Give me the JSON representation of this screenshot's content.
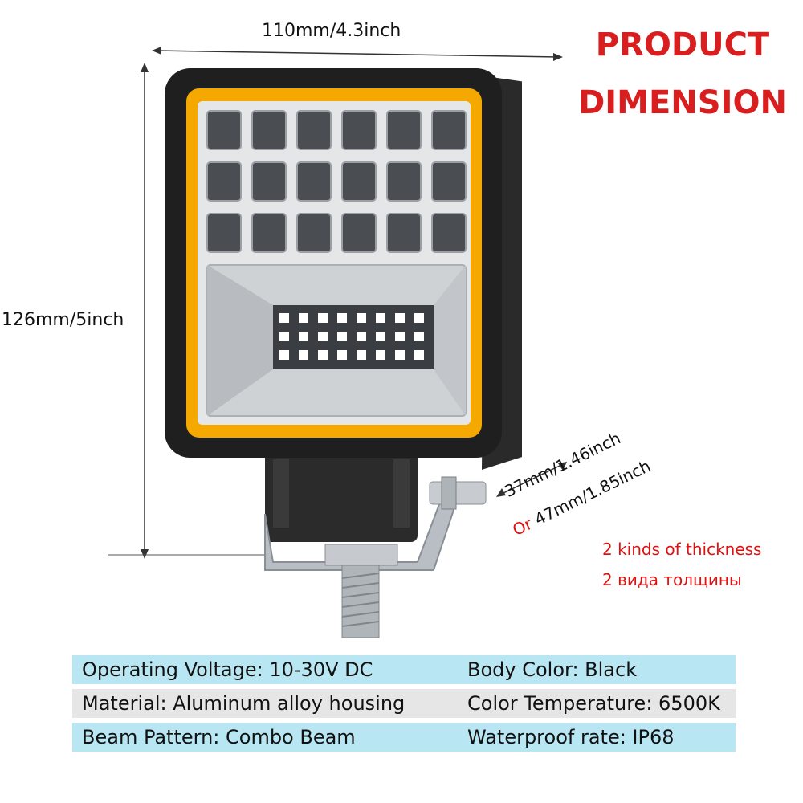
{
  "title": {
    "line1": "PRODUCT",
    "line2": "DIMENSION"
  },
  "dimensions": {
    "width": "110mm/4.3inch",
    "height": "126mm/5inch",
    "thickness_a": "37mm/1.46inch",
    "thickness_b_prefix": "Or",
    "thickness_b": "47mm/1.85inch"
  },
  "notes": {
    "english": "2 kinds of thickness",
    "russian": "2 вида толщины"
  },
  "specs": [
    {
      "left": "Operating Voltage: 10-30V DC",
      "right": "Body Color: Black",
      "bg": "#b8e6f2"
    },
    {
      "left": "Material: Aluminum alloy housing",
      "right": "Color Temperature: 6500K",
      "bg": "#e6e6e6"
    },
    {
      "left": "Beam Pattern: Combo Beam",
      "right": "Waterproof rate: IP68",
      "bg": "#b8e6f2"
    }
  ],
  "colors": {
    "accent_red": "#d81e1e",
    "amber_ring": "#f5a800",
    "housing": "#1e1e1e"
  }
}
